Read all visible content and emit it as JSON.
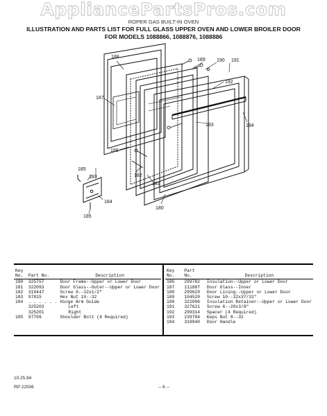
{
  "watermark": "AppliancePartsPros.com",
  "header": {
    "line1": "ROPER GAS BUILT-IN OVEN",
    "line2": "ILLUSTRATION AND PARTS LIST FOR FULL GLASS UPPER OVEN AND LOWER BROILER DOOR",
    "line3": "FOR MODELS 1088866, 1088876, 1088886"
  },
  "callouts": [
    "188",
    "189",
    "190",
    "191",
    "187",
    "192",
    "193",
    "194",
    "186",
    "182",
    "183",
    "181",
    "185",
    "184",
    "180",
    "185"
  ],
  "table_headers": {
    "key_no": "Key No.",
    "part_no": "Part No.",
    "description": "Description"
  },
  "parts_left": [
    {
      "key": "180",
      "part": "325757",
      "desc": "Door Frame--Upper or Lower Door"
    },
    {
      "key": "181",
      "part": "322093",
      "desc": "Door Glass--Outer--Upper or Lower Door"
    },
    {
      "key": "182",
      "part": "319447",
      "desc": "Screw 8--32x1/2\""
    },
    {
      "key": "183",
      "part": "97815",
      "desc": "Hex Nut 10--32"
    },
    {
      "key": "184",
      "part": ". . . . . .",
      "desc": "Hinge Arm Guide"
    },
    {
      "key": "",
      "part": "325203",
      "desc": "  Left"
    },
    {
      "key": "",
      "part": "325201",
      "desc": "  Right"
    },
    {
      "key": "185",
      "part": "97709",
      "desc": "Shoulder Bolt (4 Required)"
    }
  ],
  "parts_right": [
    {
      "key": "186",
      "part": "299782",
      "desc": "Insulation--Upper or Lower Door"
    },
    {
      "key": "187",
      "part": "111887",
      "desc": "Door Glass--Inner"
    },
    {
      "key": "188",
      "part": "299629",
      "desc": "Door Lining--Upper or Lower Door"
    },
    {
      "key": "189",
      "part": "104520",
      "desc": "Screw 10--32x37/32\""
    },
    {
      "key": "190",
      "part": "322096",
      "desc": "Insulation Retainer--Upper or Lower Door"
    },
    {
      "key": "191",
      "part": "327621",
      "desc": "Screw 6--20x3/8\""
    },
    {
      "key": "192",
      "part": "299314",
      "desc": "Spacer (4 Required)"
    },
    {
      "key": "193",
      "part": "239784",
      "desc": "Keps Nut 8--32"
    },
    {
      "key": "194",
      "part": "318940",
      "desc": "Door Handle"
    }
  ],
  "footer": {
    "date": "10.25.84",
    "code": "RP 22506",
    "page": "-- 6 --"
  }
}
